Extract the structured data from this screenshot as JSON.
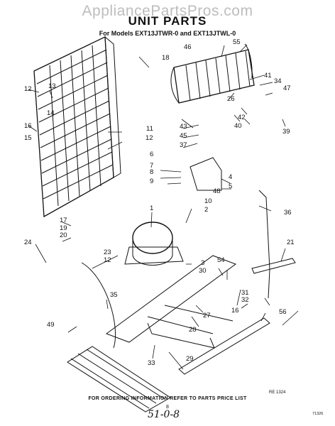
{
  "watermark": "AppliancePartsPros.com",
  "title": "UNIT PARTS",
  "subtitle": "For Models EXT13JTWR-0 and EXT13JTWL-0",
  "footer_note": "FOR ORDERING INFORMATION REFER TO PARTS PRICE LIST",
  "ref_code": "RE 1324",
  "page_number": "8",
  "handwritten_note": "51-0-8",
  "corner_code": "71326",
  "callouts": [
    "1",
    "2",
    "3",
    "4",
    "5",
    "6",
    "7",
    "8",
    "9",
    "10",
    "11",
    "12",
    "12",
    "12",
    "13",
    "14",
    "15",
    "16",
    "16",
    "17",
    "18",
    "19",
    "20",
    "21",
    "23",
    "24",
    "26",
    "27",
    "28",
    "29",
    "30",
    "31",
    "32",
    "33",
    "34",
    "35",
    "36",
    "37",
    "39",
    "40",
    "41",
    "42",
    "43",
    "45",
    "46",
    "47",
    "48",
    "49",
    "54",
    "55",
    "56"
  ]
}
